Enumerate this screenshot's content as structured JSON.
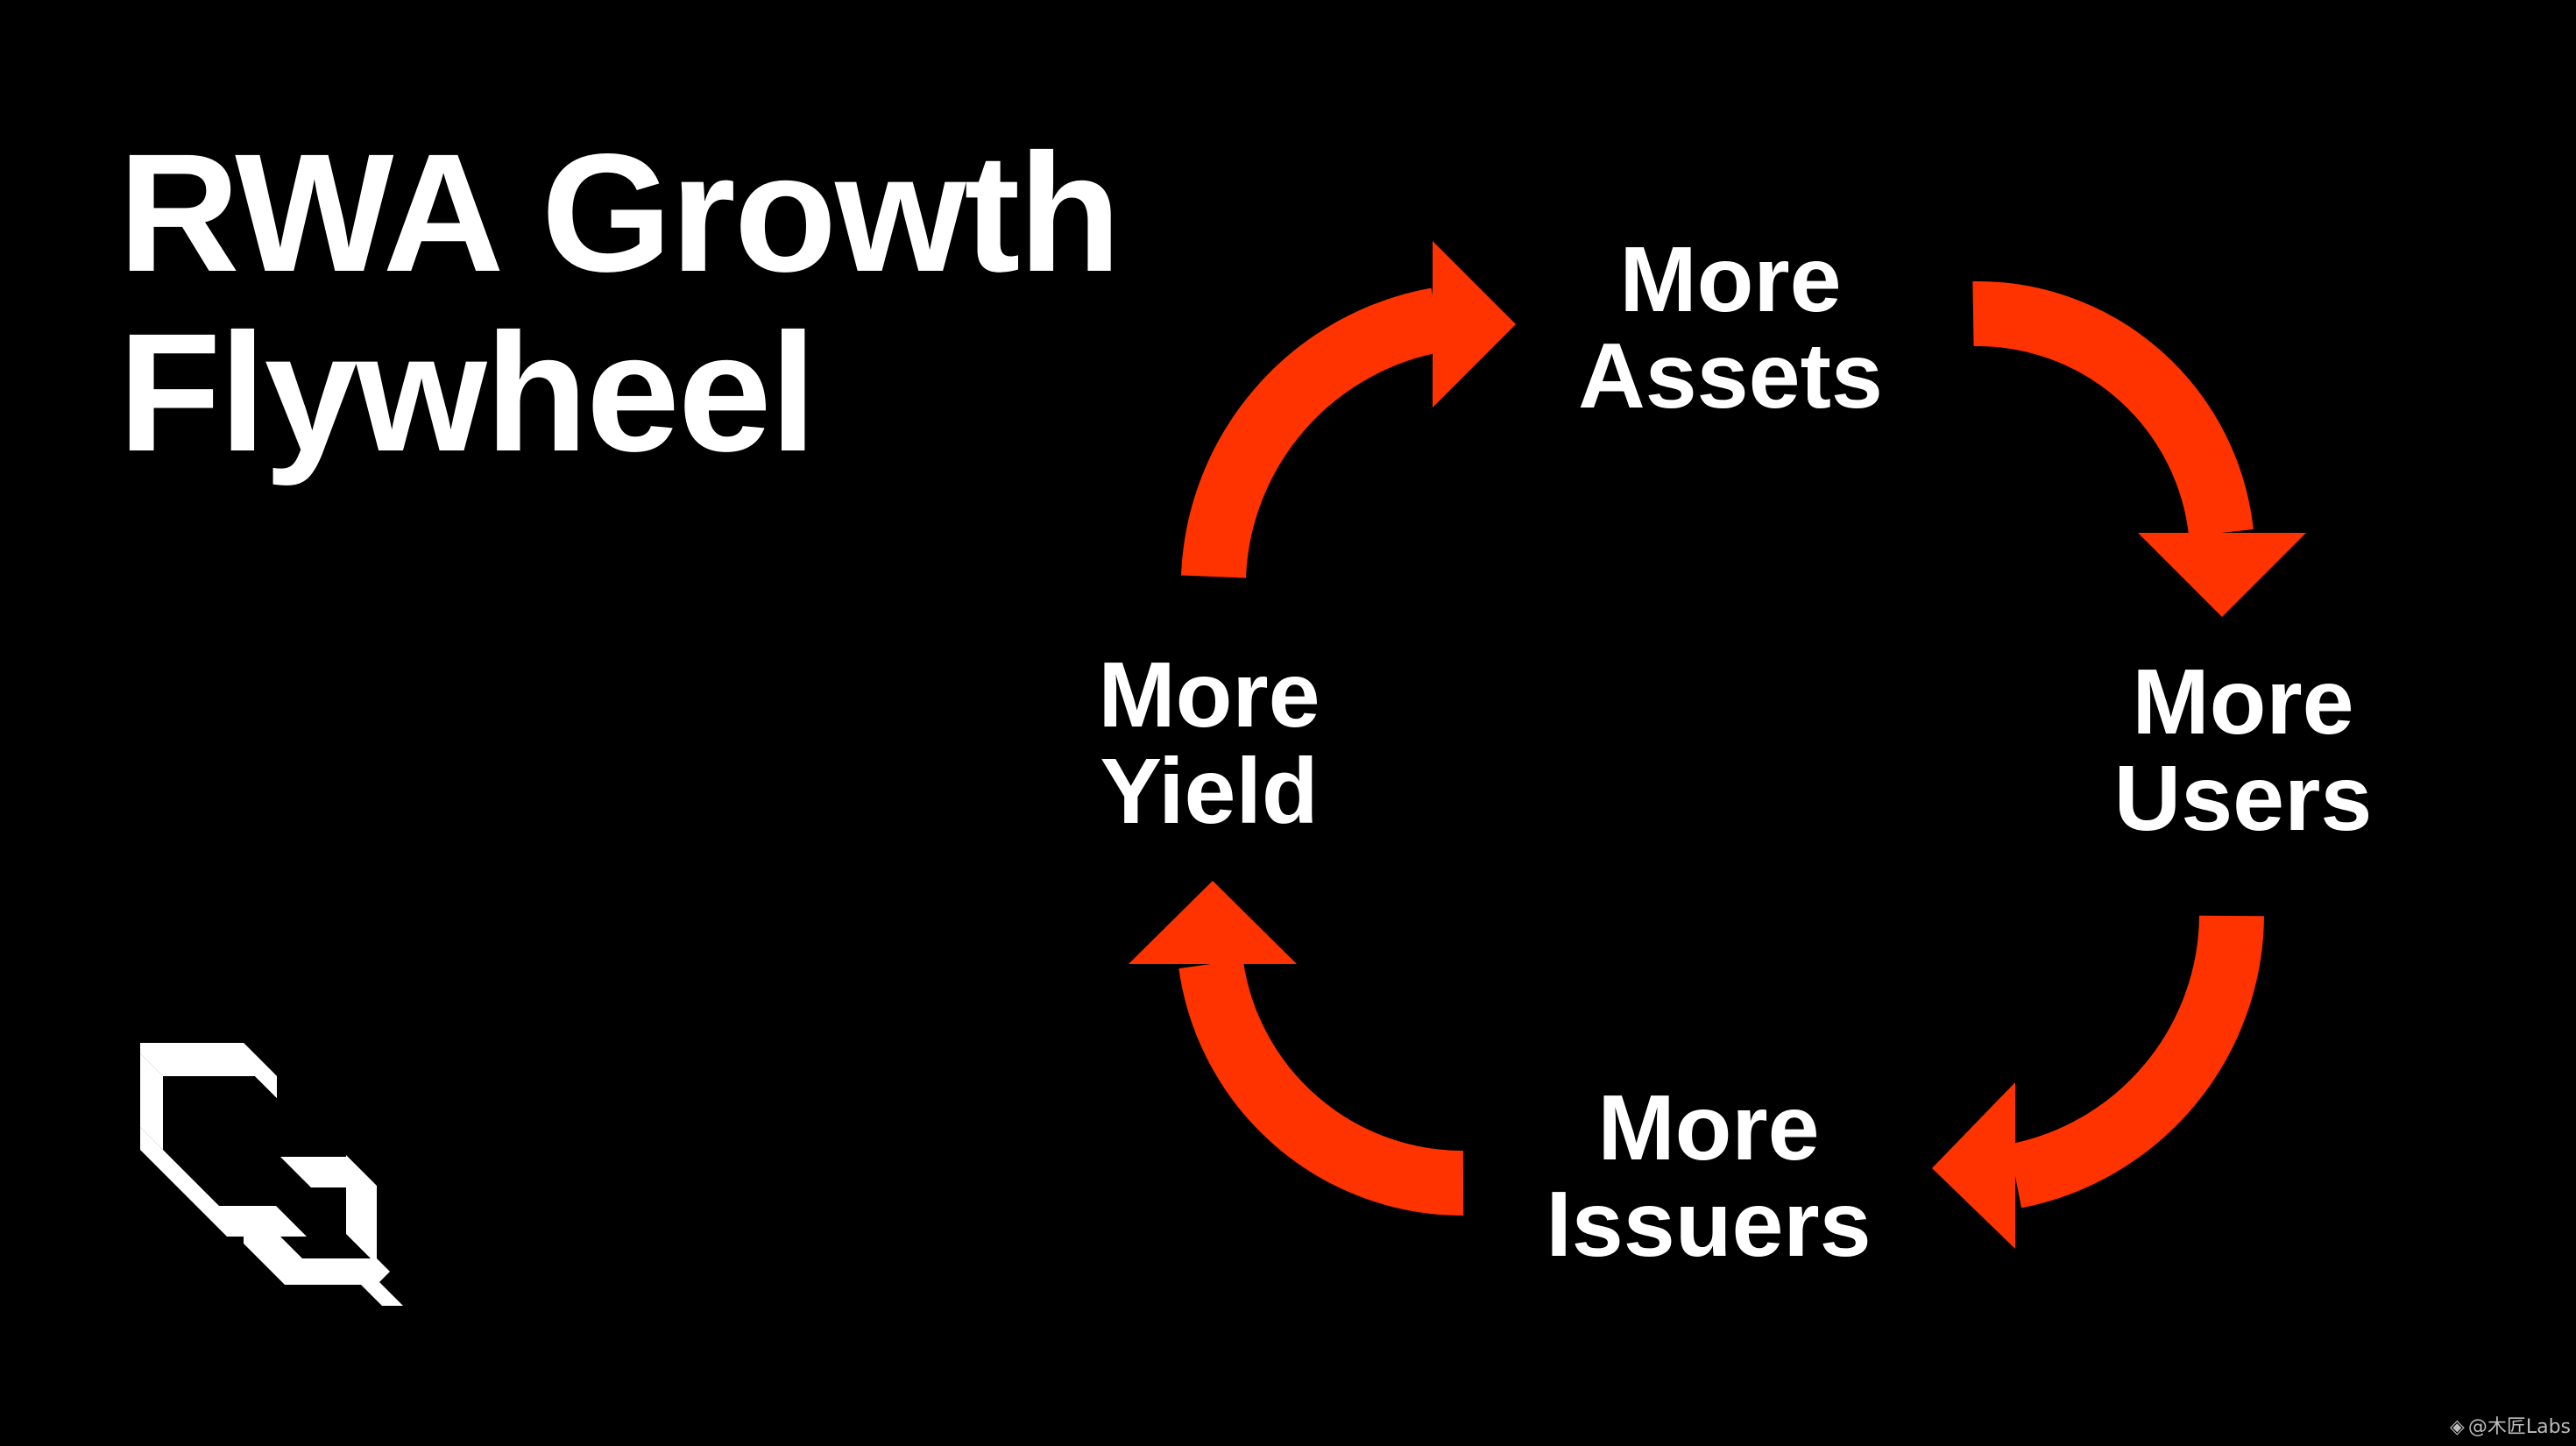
{
  "title": {
    "line1": "RWA Growth",
    "line2": "Flywheel"
  },
  "nodes": {
    "assets": {
      "line1": "More",
      "line2": "Assets"
    },
    "users": {
      "line1": "More",
      "line2": "Users"
    },
    "issuers": {
      "line1": "More",
      "line2": "Issuers"
    },
    "yield": {
      "line1": "More",
      "line2": "Yield"
    }
  },
  "colors": {
    "background": "#000000",
    "text": "#ffffff",
    "arrow": "#ff3300"
  },
  "icons": {
    "logo": "cube-q-logo-icon",
    "watermark": "diamond-logo-icon"
  },
  "watermark": {
    "text": "@木匠Labs"
  }
}
